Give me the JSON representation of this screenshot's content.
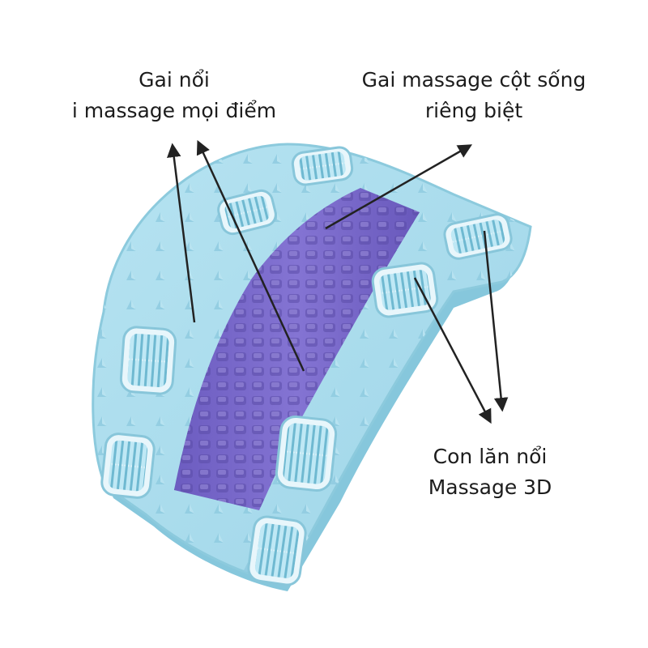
{
  "labels": {
    "spikes": {
      "line1": "Gai nổi",
      "line2": "i massage mọi điểm"
    },
    "spine": {
      "line1": "Gai massage cột sống",
      "line2": "riêng biệt"
    },
    "rollers": {
      "line1": "Con lăn nổi",
      "line2": "Massage 3D"
    }
  },
  "colors": {
    "board": "#a9dcec",
    "board_edge": "#86c7dc",
    "spine_strip": "#7a69c9",
    "spine_dark": "#5c4ea8",
    "roller": "#9fd8ea",
    "arrow": "#222222"
  }
}
